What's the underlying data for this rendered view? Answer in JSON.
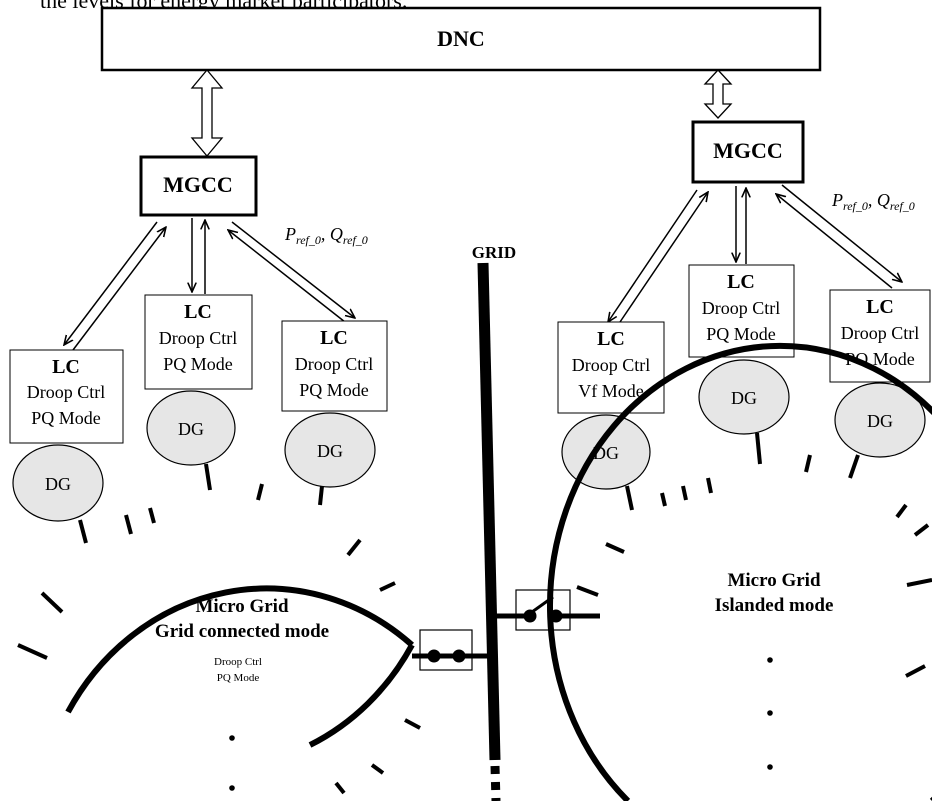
{
  "top_caption": "the levels for energy market participators.",
  "dnc": {
    "label": "DNC"
  },
  "grid": {
    "label": "GRID"
  },
  "left": {
    "mgcc": "MGCC",
    "ref_label": {
      "p": "P",
      "p_sub": "ref_0",
      "sep": ", ",
      "q": "Q",
      "q_sub": "ref_0"
    },
    "lcs": [
      {
        "title": "LC",
        "line1": "Droop Ctrl",
        "line2": "PQ Mode"
      },
      {
        "title": "LC",
        "line1": "Droop Ctrl",
        "line2": "PQ Mode"
      },
      {
        "title": "LC",
        "line1": "Droop Ctrl",
        "line2": "PQ Mode"
      }
    ],
    "dgs": [
      "DG",
      "DG",
      "DG"
    ],
    "microgrid": {
      "title": "Micro Grid",
      "subtitle": "Grid connected mode",
      "small1": "Droop Ctrl",
      "small2": "PQ Mode"
    }
  },
  "right": {
    "mgcc": "MGCC",
    "ref_label": {
      "p": "P",
      "p_sub": "ref_0",
      "sep": ", ",
      "q": "Q",
      "q_sub": "ref_0"
    },
    "lcs": [
      {
        "title": "LC",
        "line1": "Droop Ctrl",
        "line2": "Vf Mode"
      },
      {
        "title": "LC",
        "line1": "Droop Ctrl",
        "line2": "PQ Mode"
      },
      {
        "title": "LC",
        "line1": "Droop Ctrl",
        "line2": "PQ Mode"
      }
    ],
    "dgs": [
      "DG",
      "DG",
      "DG"
    ],
    "microgrid": {
      "title": "Micro Grid",
      "subtitle": "Islanded mode"
    }
  }
}
